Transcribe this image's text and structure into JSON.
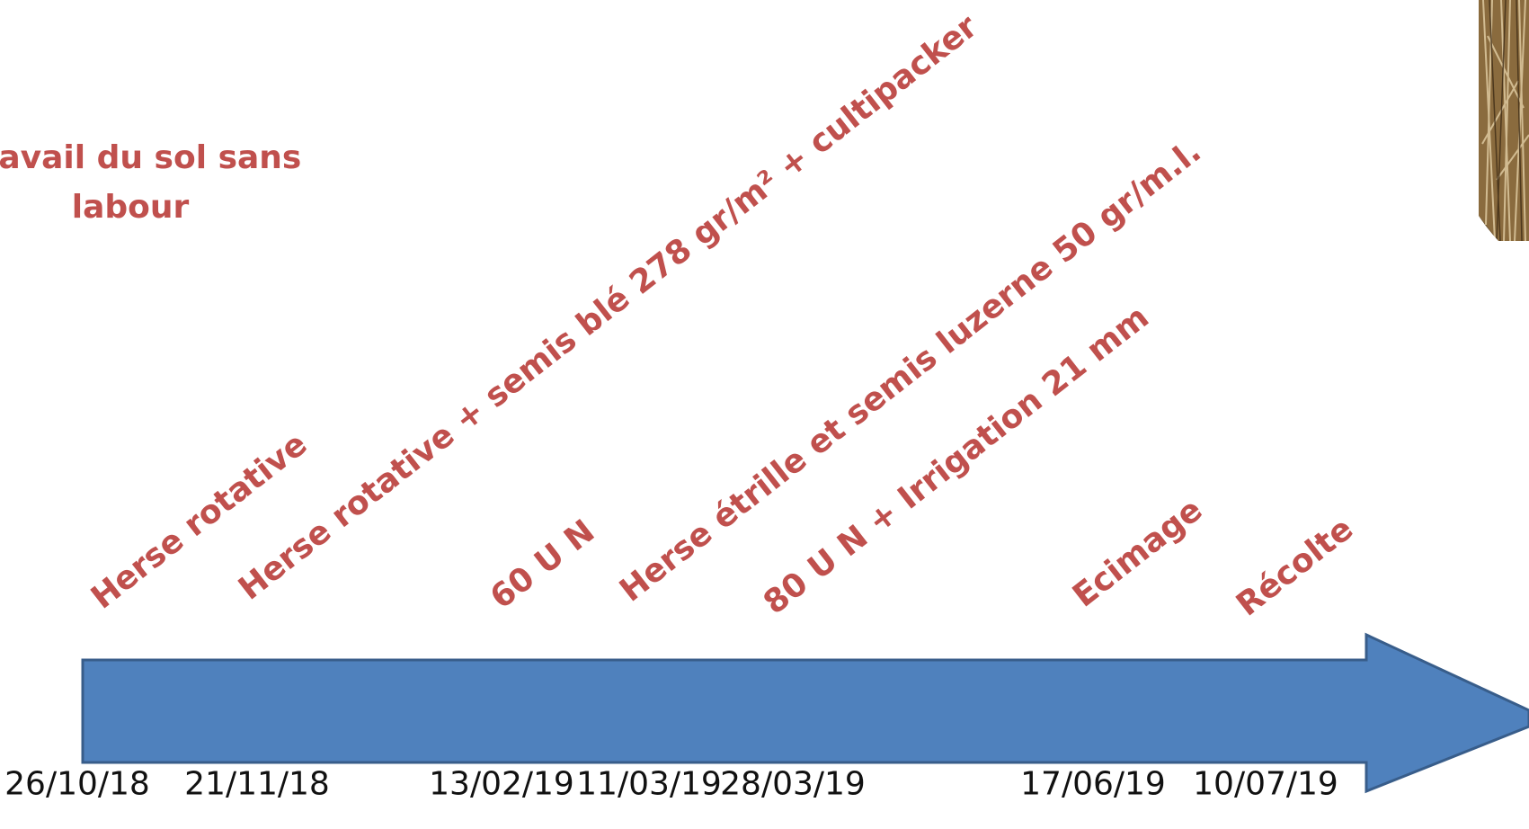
{
  "title": {
    "line1": "Travail du sol sans",
    "line2": "labour"
  },
  "timeline": {
    "arrow_color": "#4F81BD",
    "label_color": "#C0504D",
    "events": [
      {
        "date": "26/10/18",
        "label": "Herse rotative"
      },
      {
        "date": "21/11/18",
        "label": "Herse rotative + semis blé 278 gr/m² + cultipacker"
      },
      {
        "date": "13/02/19",
        "label": "60 U N"
      },
      {
        "date": "11/03/19",
        "label": "Herse étrille et semis luzerne 50 gr/m.l."
      },
      {
        "date": "28/03/19",
        "label": "80 U N + Irrigation 21 mm"
      },
      {
        "date": "17/06/19",
        "label": "Ecimage"
      },
      {
        "date": "10/07/19",
        "label": "Récolte"
      }
    ]
  },
  "photo": {
    "subject": "wheat-stubble-photo"
  }
}
